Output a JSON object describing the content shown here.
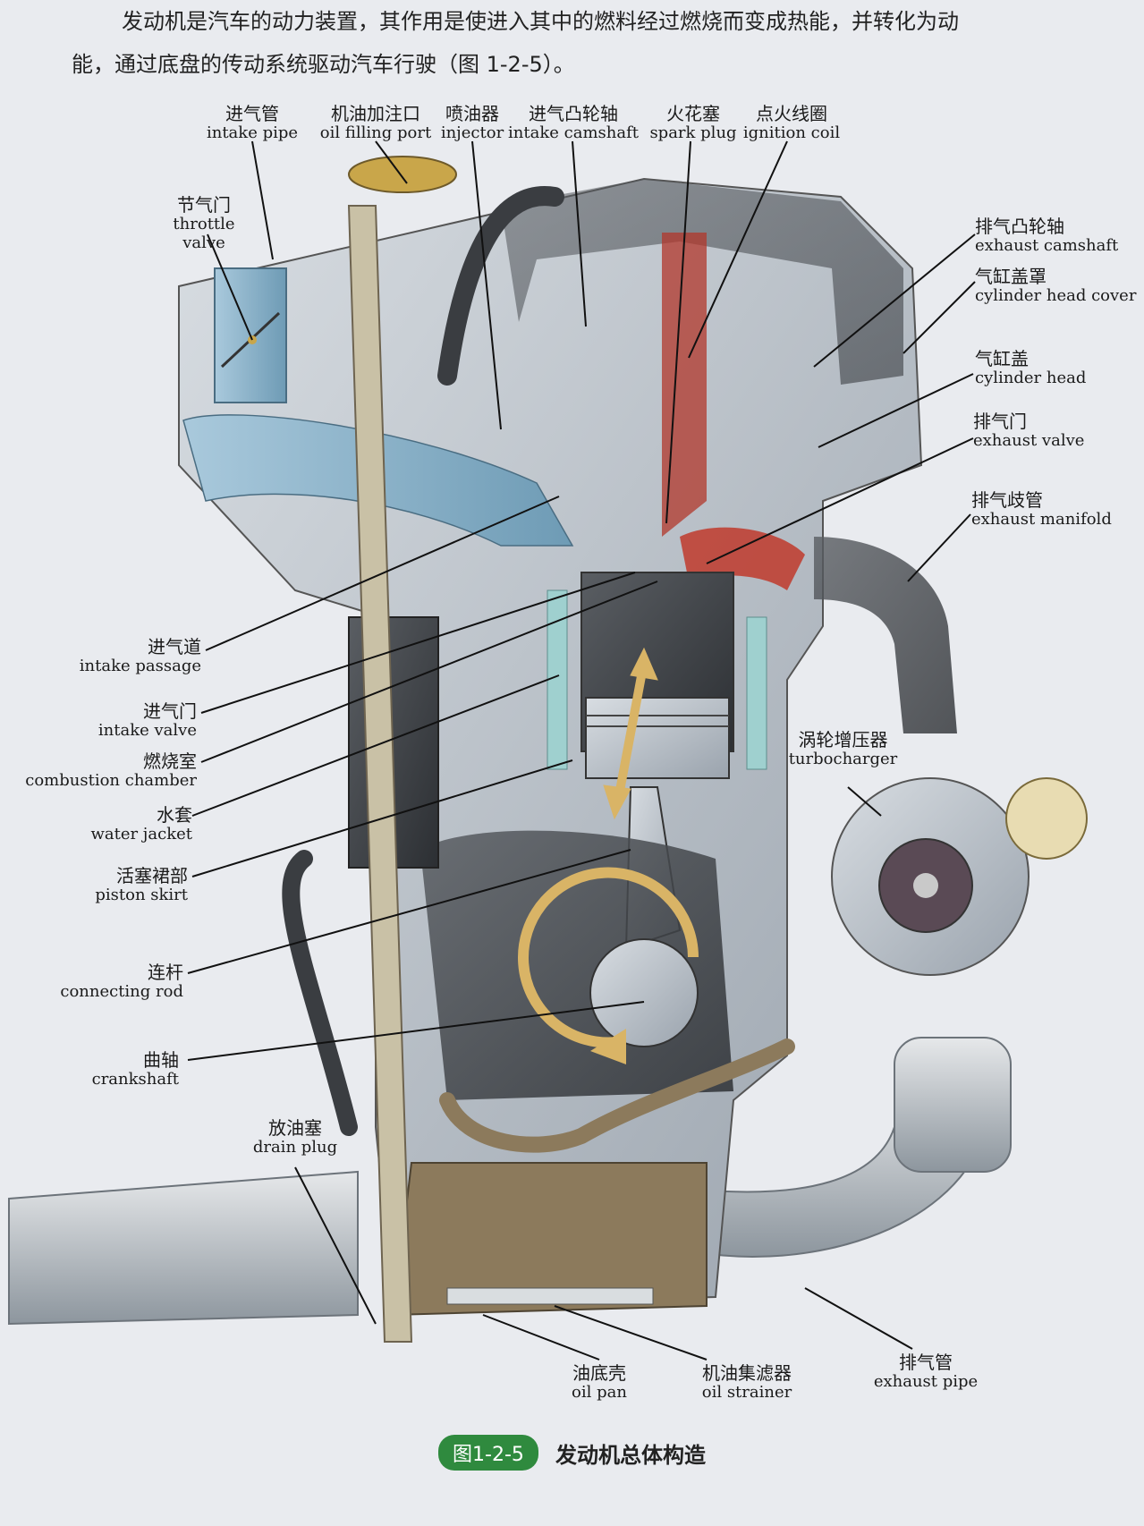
{
  "intro": {
    "line1": "发动机是汽车的动力装置，其作用是使进入其中的燃料经过燃烧而变成热能，并转化为动",
    "line2": "能，通过底盘的传动系统驱动汽车行驶（图 1-2-5）。"
  },
  "labels": {
    "intake_pipe": {
      "zh": "进气管",
      "en": "intake pipe"
    },
    "oil_filling_port": {
      "zh": "机油加注口",
      "en": "oil filling port"
    },
    "injector": {
      "zh": "喷油器",
      "en": "injector"
    },
    "intake_camshaft": {
      "zh": "进气凸轮轴",
      "en": "intake camshaft"
    },
    "spark_plug": {
      "zh": "火花塞",
      "en": "spark plug"
    },
    "ignition_coil": {
      "zh": "点火线圈",
      "en": "ignition coil"
    },
    "throttle_valve": {
      "zh": "节气门",
      "en": "throttle valve"
    },
    "exhaust_camshaft": {
      "zh": "排气凸轮轴",
      "en": "exhaust camshaft"
    },
    "cylinder_head_cover": {
      "zh": "气缸盖罩",
      "en": "cylinder head cover"
    },
    "cylinder_head": {
      "zh": "气缸盖",
      "en": "cylinder head"
    },
    "exhaust_valve": {
      "zh": "排气门",
      "en": "exhaust valve"
    },
    "exhaust_manifold": {
      "zh": "排气歧管",
      "en": "exhaust manifold"
    },
    "intake_passage": {
      "zh": "进气道",
      "en": "intake passage"
    },
    "intake_valve": {
      "zh": "进气门",
      "en": "intake valve"
    },
    "combustion_chamber": {
      "zh": "燃烧室",
      "en": "combustion chamber"
    },
    "water_jacket": {
      "zh": "水套",
      "en": "water jacket"
    },
    "piston_skirt": {
      "zh": "活塞裙部",
      "en": "piston skirt"
    },
    "turbocharger": {
      "zh": "涡轮增压器",
      "en": "turbocharger"
    },
    "connecting_rod": {
      "zh": "连杆",
      "en": "connecting rod"
    },
    "crankshaft": {
      "zh": "曲轴",
      "en": "crankshaft"
    },
    "drain_plug": {
      "zh": "放油塞",
      "en": "drain plug"
    },
    "oil_pan": {
      "zh": "油底壳",
      "en": "oil pan"
    },
    "oil_strainer": {
      "zh": "机油集滤器",
      "en": "oil strainer"
    },
    "exhaust_pipe": {
      "zh": "排气管",
      "en": "exhaust pipe"
    }
  },
  "caption": {
    "badge": "图1-2-5",
    "title": "发动机总体构造"
  },
  "colors": {
    "badge": "#2f8a3e",
    "arrow": "#d9b466",
    "coolant": "#9fd0cf",
    "combustion": "#c0392b"
  }
}
